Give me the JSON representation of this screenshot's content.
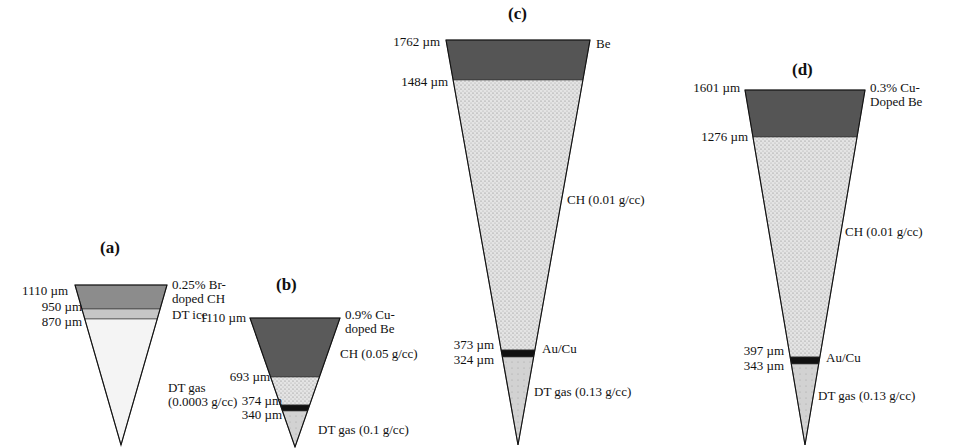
{
  "diagram": {
    "labels": [
      "(a)",
      "1110 µm",
      "0.25% Br- doped CH",
      "950 µm",
      "DT ice",
      "870 µm",
      "DT gas (0.0003 g/cc)",
      "(b)",
      "1110 µm",
      "0.9% Cu- doped Be",
      "693 µm",
      "CH (0.05 g/cc)",
      "374 µm",
      "340 µm",
      "DT gas (0.1 g/cc)",
      "(c)",
      "1762 µm",
      "Be",
      "1484 µm",
      "CH (0.01 g/cc)",
      "373 µm",
      "324 µm",
      "Au/Cu",
      "DT gas (0.13 g/cc)",
      "(d)",
      "1601 µm",
      "0.3% Cu- Doped Be",
      "1276 µm",
      "CH (0.01 g/cc)",
      "397 µm",
      "343 µm",
      "Au/Cu",
      "DT gas (0.13 g/cc)"
    ]
  }
}
